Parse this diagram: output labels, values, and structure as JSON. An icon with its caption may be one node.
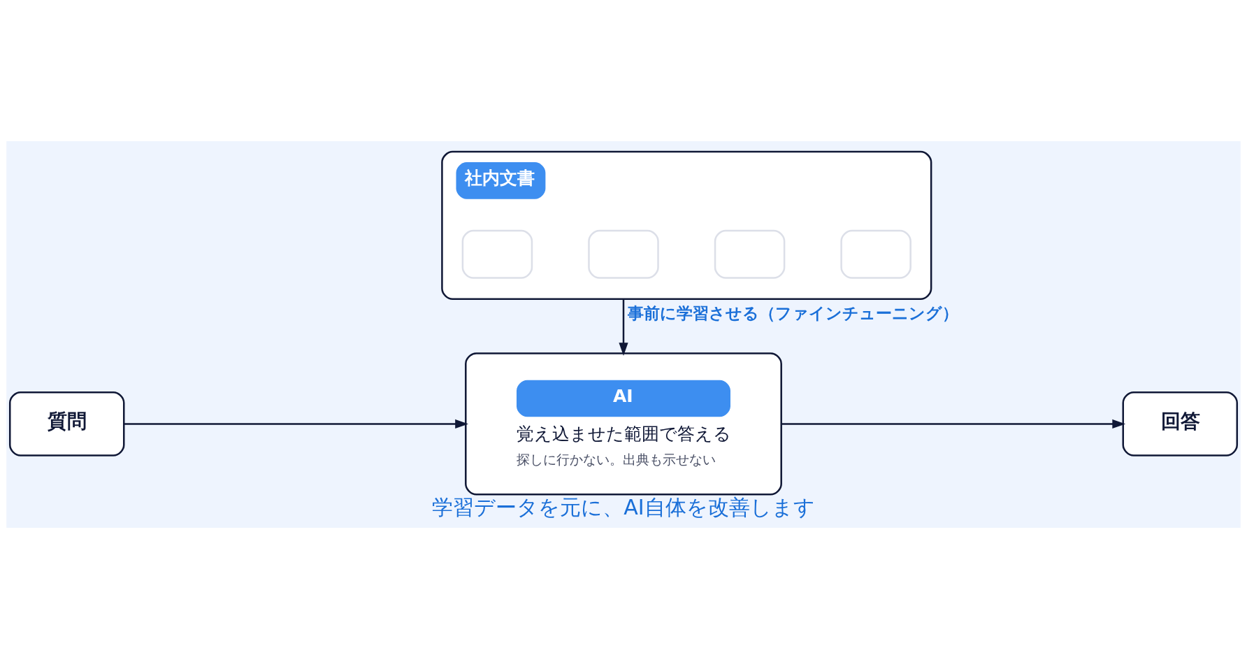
{
  "diagram": {
    "caption": "学習データを元に、AI自体を改善します",
    "nodes": [
      {
        "text": [
          "社内文書"
        ]
      },
      {
        "text": [],
        "shape": "box",
        "in": 0
      },
      {
        "text": [],
        "shape": "box",
        "in": 0
      },
      {
        "text": [],
        "shape": "box",
        "in": 0
      },
      {
        "text": [],
        "shape": "box",
        "in": 0
      },
      {
        "text": [
          "質問"
        ]
      },
      {
        "text": [
          "AI",
          "覚え込ませた範囲で答える",
          "探しに行かない。出典も示せない"
        ]
      },
      {
        "text": [
          "回答"
        ]
      }
    ],
    "edges": [
      {
        "from": 0,
        "to": 6,
        "arrow": "to",
        "label": "事前に学習させる（ファインチューニング）"
      },
      {
        "from": 5,
        "to": 6,
        "arrow": "to"
      },
      {
        "from": 6,
        "to": 7,
        "arrow": "to"
      }
    ]
  }
}
